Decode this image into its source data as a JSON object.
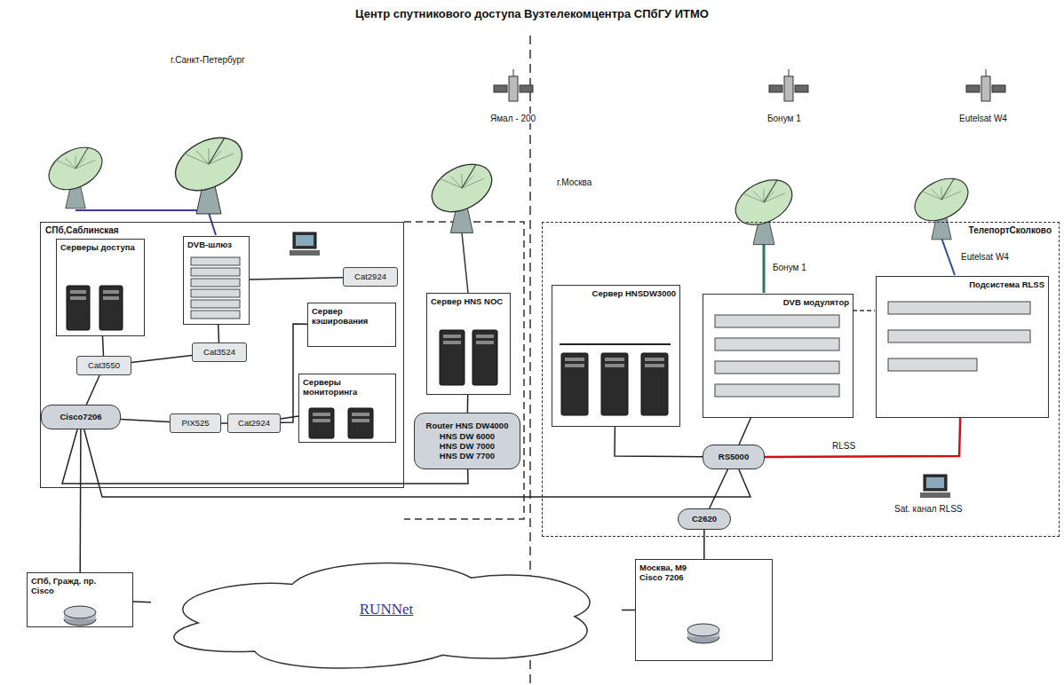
{
  "diagram": {
    "title": "Центр спутникового доступа Вузтелекомцентра СПбГУ ИТМО",
    "nodes": [
      {
        "text": [
          "СПб,Саблинская"
        ]
      },
      {
        "text": [
          "Серверы доступа"
        ],
        "in": 0
      },
      {
        "text": [
          "DVB-шлюз"
        ],
        "in": 0
      },
      {
        "text": [
          "Cat3550"
        ],
        "in": 0
      },
      {
        "text": [
          "Cat3524"
        ],
        "in": 0
      },
      {
        "text": [
          "Cisco7206"
        ],
        "in": 0
      },
      {
        "text": [
          "PIX525"
        ],
        "in": 0
      },
      {
        "text": [
          "Cat2924"
        ],
        "in": 0
      },
      {
        "text": [
          "Сервер кэширования"
        ],
        "in": 0
      },
      {
        "text": [
          "Серверы мониторинга"
        ],
        "in": 0
      },
      {
        "text": [
          "Cat2924"
        ],
        "in": 0
      },
      {
        "text": [
          "Сервер HNS NOC"
        ]
      },
      {
        "text": [
          "Router HNS DW4000",
          "HNS DW 6000",
          "HNS DW 7000",
          "HNS DW 7700"
        ]
      },
      {
        "text": [
          "СПб, Гражд. пр.",
          "Cisco"
        ]
      },
      {
        "text": [
          "RUNNet"
        ]
      },
      {
        "text": [
          "ТелепортСколково"
        ]
      },
      {
        "text": [
          "Сервер HNSDW3000"
        ],
        "in": 15
      },
      {
        "text": [
          "DVB модулятор"
        ],
        "in": 15
      },
      {
        "text": [
          "Подсистема RLSS"
        ],
        "in": 15
      },
      {
        "text": [
          "RS5000"
        ],
        "in": 15
      },
      {
        "text": [
          "C2620"
        ],
        "in": 15
      },
      {
        "text": [
          "Москва, М9",
          "Cisco 7206"
        ]
      }
    ],
    "edges": [
      {
        "from": 1,
        "to": 3,
        "arrow": "none"
      },
      {
        "from": 3,
        "to": 5,
        "arrow": "none"
      },
      {
        "from": 2,
        "to": 4,
        "arrow": "none"
      },
      {
        "from": 4,
        "to": 3,
        "arrow": "none"
      },
      {
        "from": 5,
        "to": 6,
        "arrow": "none"
      },
      {
        "from": 6,
        "to": 7,
        "arrow": "none"
      },
      {
        "from": 7,
        "to": 9,
        "arrow": "none"
      },
      {
        "from": 7,
        "to": 8,
        "arrow": "none"
      },
      {
        "from": 10,
        "to": 2,
        "arrow": "none"
      },
      {
        "from": 5,
        "to": 12,
        "arrow": "none"
      },
      {
        "from": 11,
        "to": 12,
        "arrow": "none"
      },
      {
        "from": 5,
        "to": 19,
        "arrow": "none"
      },
      {
        "from": 5,
        "to": 13,
        "arrow": "none"
      },
      {
        "from": 13,
        "to": 14,
        "arrow": "none"
      },
      {
        "from": 14,
        "to": 21,
        "arrow": "none"
      },
      {
        "from": 21,
        "to": 20,
        "arrow": "none"
      },
      {
        "from": 20,
        "to": 19,
        "arrow": "none"
      },
      {
        "from": 19,
        "to": 16,
        "arrow": "none"
      },
      {
        "from": 19,
        "to": 17,
        "arrow": "none"
      },
      {
        "from": 19,
        "to": 18,
        "arrow": "none"
      }
    ],
    "labels": [
      "г.Санкт-Петербург",
      "г.Москва",
      "Ямал - 200",
      "Бонум 1",
      "Eutelsat W4",
      "Бонум 1",
      "Eutelsat W4",
      "Sat. канал RLSS",
      "RLSS"
    ]
  }
}
